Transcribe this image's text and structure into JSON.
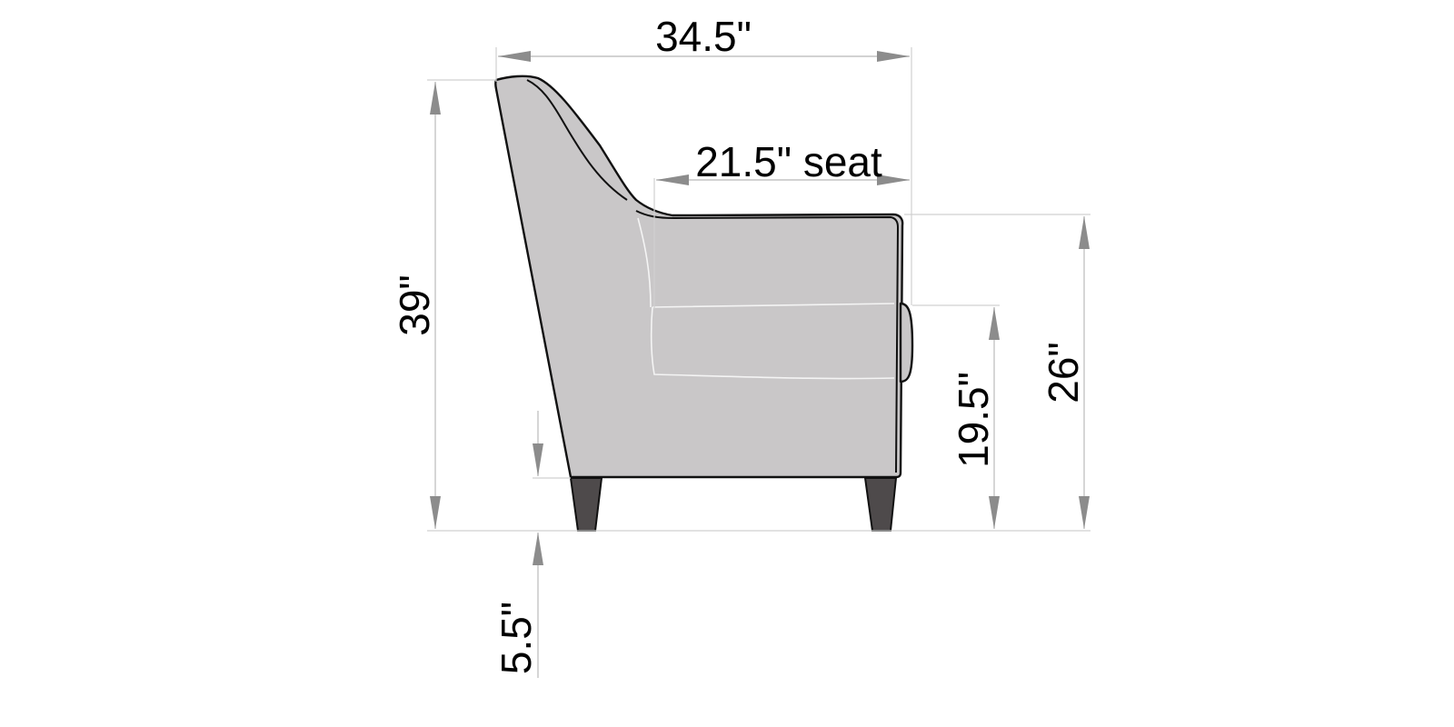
{
  "dimensions": {
    "overall_depth": "34.5\"",
    "seat_depth": "21.5\" seat",
    "overall_height": "39\"",
    "arm_height": "26\"",
    "seat_height": "19.5\"",
    "leg_height": "5.5\""
  },
  "colors": {
    "upholstery": "#c9c7c8",
    "legs": "#4e4a4b",
    "outline": "#111111",
    "dimension_lines": "#c4c4c4",
    "arrows": "#8c8c8c"
  }
}
